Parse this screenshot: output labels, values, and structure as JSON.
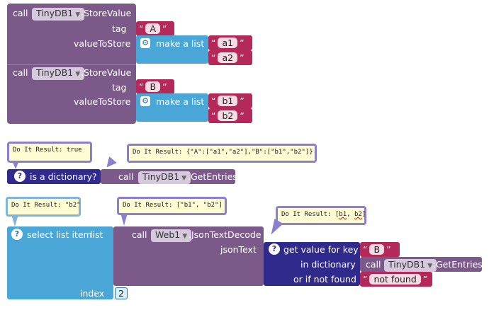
{
  "colors": {
    "tinydb_purple": "#7b5a8a",
    "list_blue": "#4aa6d6",
    "dict_navy": "#2f2a8c",
    "text_red": "#b4285a",
    "tooltip_fill": "#fffbd2"
  },
  "store1": {
    "call": "call",
    "component": "TinyDB1",
    "method": ".StoreValue",
    "tag_label": "tag",
    "tag_value": "A",
    "value_label": "valueToStore",
    "make_list": "make a list",
    "items": [
      "a1",
      "a2"
    ]
  },
  "store2": {
    "call": "call",
    "component": "TinyDB1",
    "method": ".StoreValue",
    "tag_label": "tag",
    "tag_value": "B",
    "value_label": "valueToStore",
    "make_list": "make a list",
    "items": [
      "b1",
      "b2"
    ]
  },
  "isdict": {
    "tooltip": "Do It Result: true",
    "label": "is a dictionary?",
    "call": "call",
    "component": "TinyDB1",
    "method": ".GetEntries",
    "entries_tooltip": "Do It Result: {\"A\":[\"a1\",\"a2\"],\"B\":[\"b1\",\"b2\"]}"
  },
  "select": {
    "tooltip": "Do It Result: \"b2\"",
    "label": "select list item",
    "list_label": "list",
    "index_label": "index",
    "index_value": "2",
    "json_tooltip": "Do It Result: [\"b1\", \"b2\"]",
    "call": "call",
    "component": "Web1",
    "method": ".JsonTextDecode",
    "json_label": "jsonText",
    "getval_tooltip_prefix": "Do It Result: [",
    "getval_tooltip_b1": "b1",
    "getval_tooltip_sep": ", ",
    "getval_tooltip_b2": "b2",
    "getval_tooltip_suffix": "]",
    "getval_label": "get value for key",
    "key_value": "B",
    "in_dict_label": "in dictionary",
    "in_dict_call": "call",
    "in_dict_component": "TinyDB1",
    "in_dict_method": ".GetEntries",
    "notfound_label": "or if not found",
    "notfound_value": "not found"
  }
}
